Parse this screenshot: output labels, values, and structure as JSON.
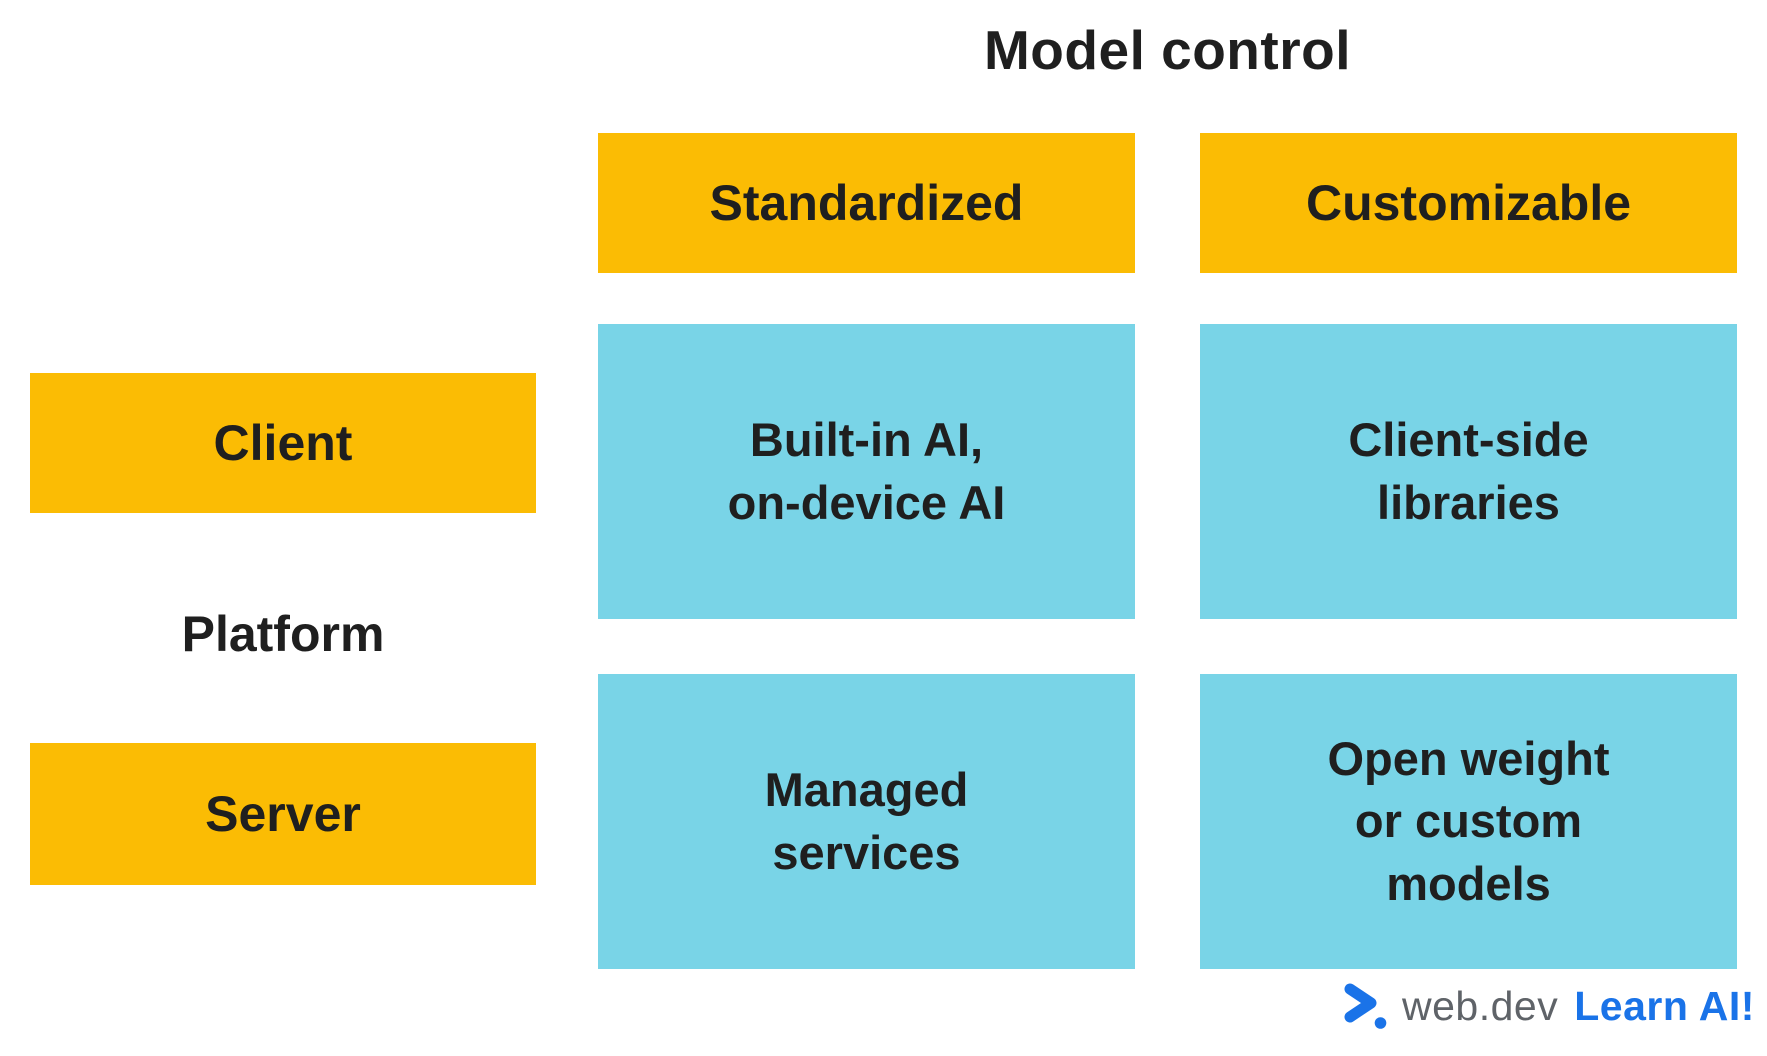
{
  "title": {
    "text": "Model control"
  },
  "matrix": {
    "column_axis_title": "Model control",
    "row_axis_label": "Platform",
    "column_headers": [
      {
        "label": "Standardized"
      },
      {
        "label": "Customizable"
      }
    ],
    "row_headers": [
      {
        "label": "Client"
      },
      {
        "label": "Server"
      }
    ],
    "cells": [
      {
        "row": "Client",
        "column": "Standardized",
        "text": "Built-in AI,\non-device AI"
      },
      {
        "row": "Client",
        "column": "Customizable",
        "text": "Client-side\nlibraries"
      },
      {
        "row": "Server",
        "column": "Standardized",
        "text": "Managed\nservices"
      },
      {
        "row": "Server",
        "column": "Customizable",
        "text": "Open weight\nor custom\nmodels"
      }
    ]
  },
  "footer": {
    "brand": "web.dev",
    "cta": "Learn AI!",
    "icon": "web-dev-logo-icon"
  },
  "colors": {
    "header_yellow": "#FBBC04",
    "cell_blue": "#79D4E7",
    "text": "#1F1F1F",
    "logo_gray": "#5F6368",
    "logo_blue": "#1A73E8",
    "logo_purple": "#C061F2",
    "logo_light_blue": "#7FCFF5",
    "background": "#FFFFFF"
  }
}
